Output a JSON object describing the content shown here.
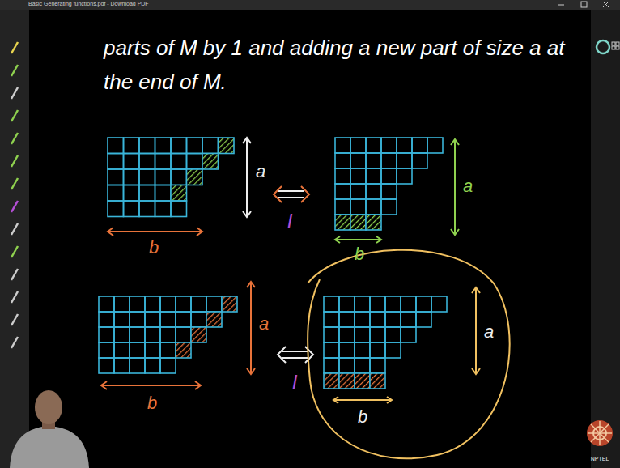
{
  "diagram": {
    "labels": [
      "Basic Generating functions.pdf - Download PDF",
      "parts of M by 1 and adding a new part of size a at the end of M.",
      "a",
      "b",
      "I",
      "a",
      "b",
      "a",
      "b",
      "I",
      "a",
      "b",
      "NPTEL"
    ]
  }
}
